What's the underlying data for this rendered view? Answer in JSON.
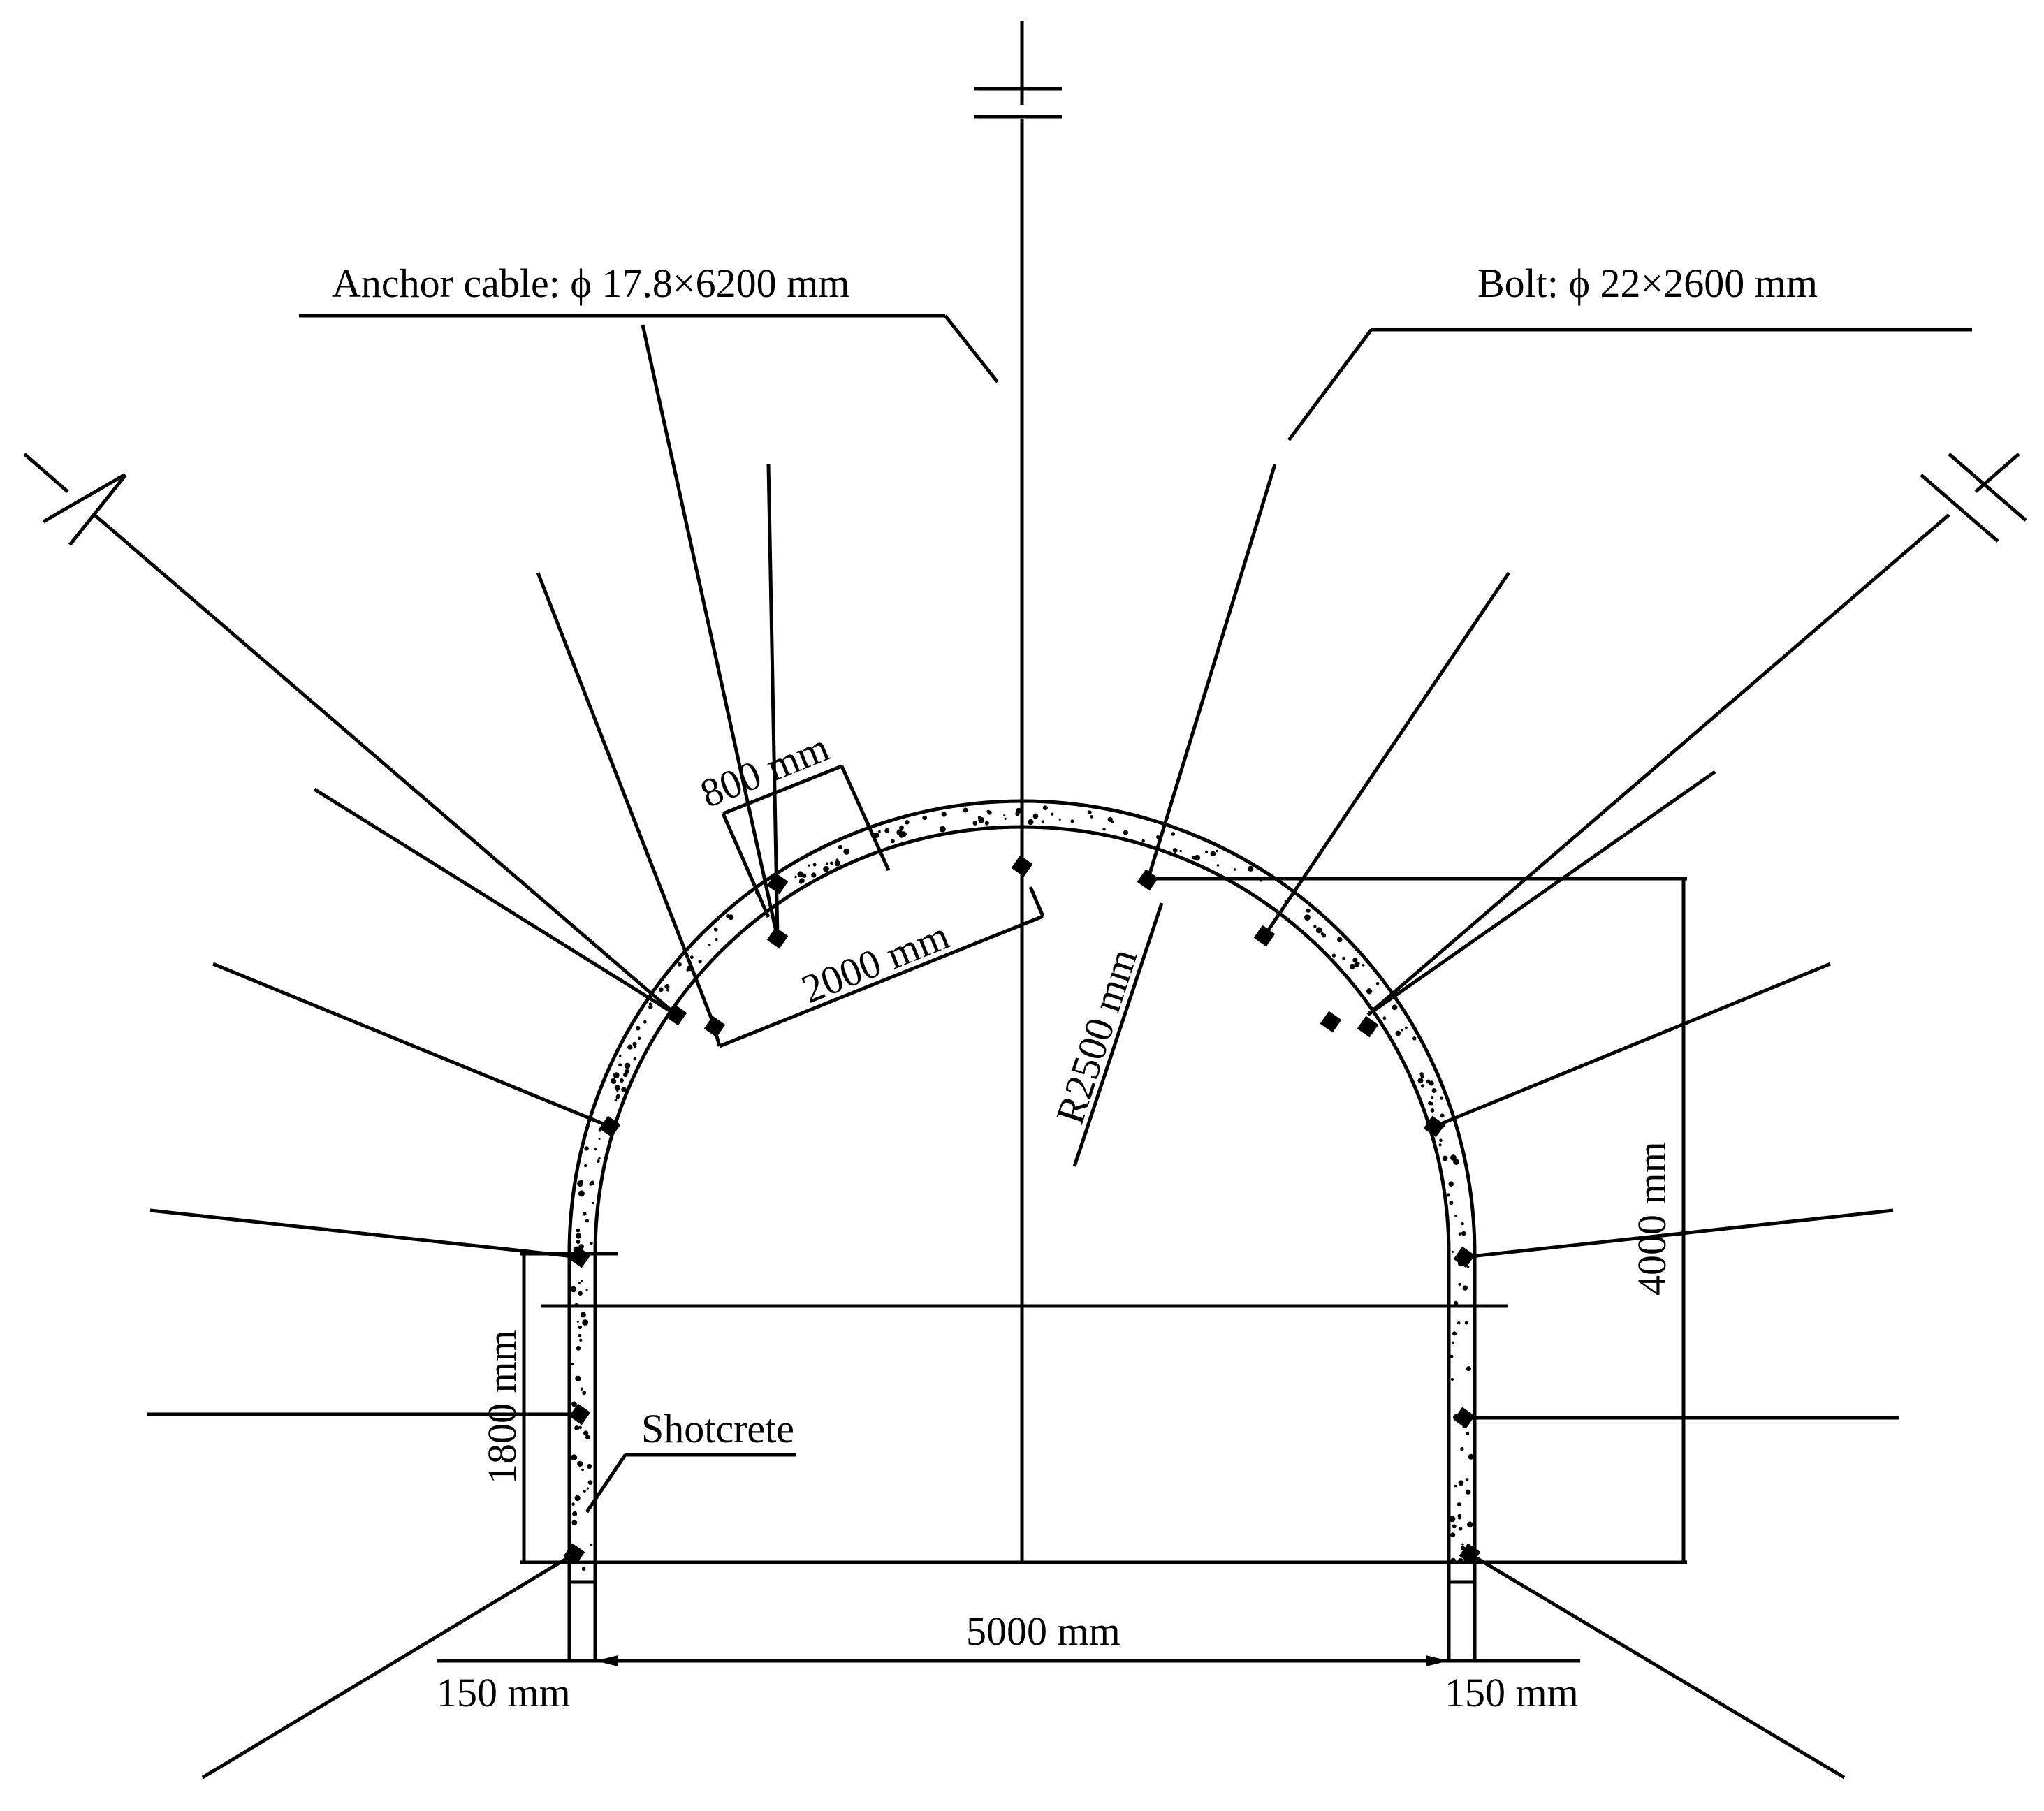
{
  "labels": {
    "anchor_cable": "Anchor cable: ϕ 17.8×6200 mm",
    "bolt": "Bolt: ϕ 22×2600 mm",
    "bolt_spacing": "800 mm",
    "bolt_length": "2000 mm",
    "radius": "R2500 mm",
    "total_height": "4000 mm",
    "wall_height": "1800 mm",
    "shotcrete": "Shotcrete",
    "span": "5000 mm",
    "left_thickness": "150 mm",
    "right_thickness": "150 mm"
  }
}
